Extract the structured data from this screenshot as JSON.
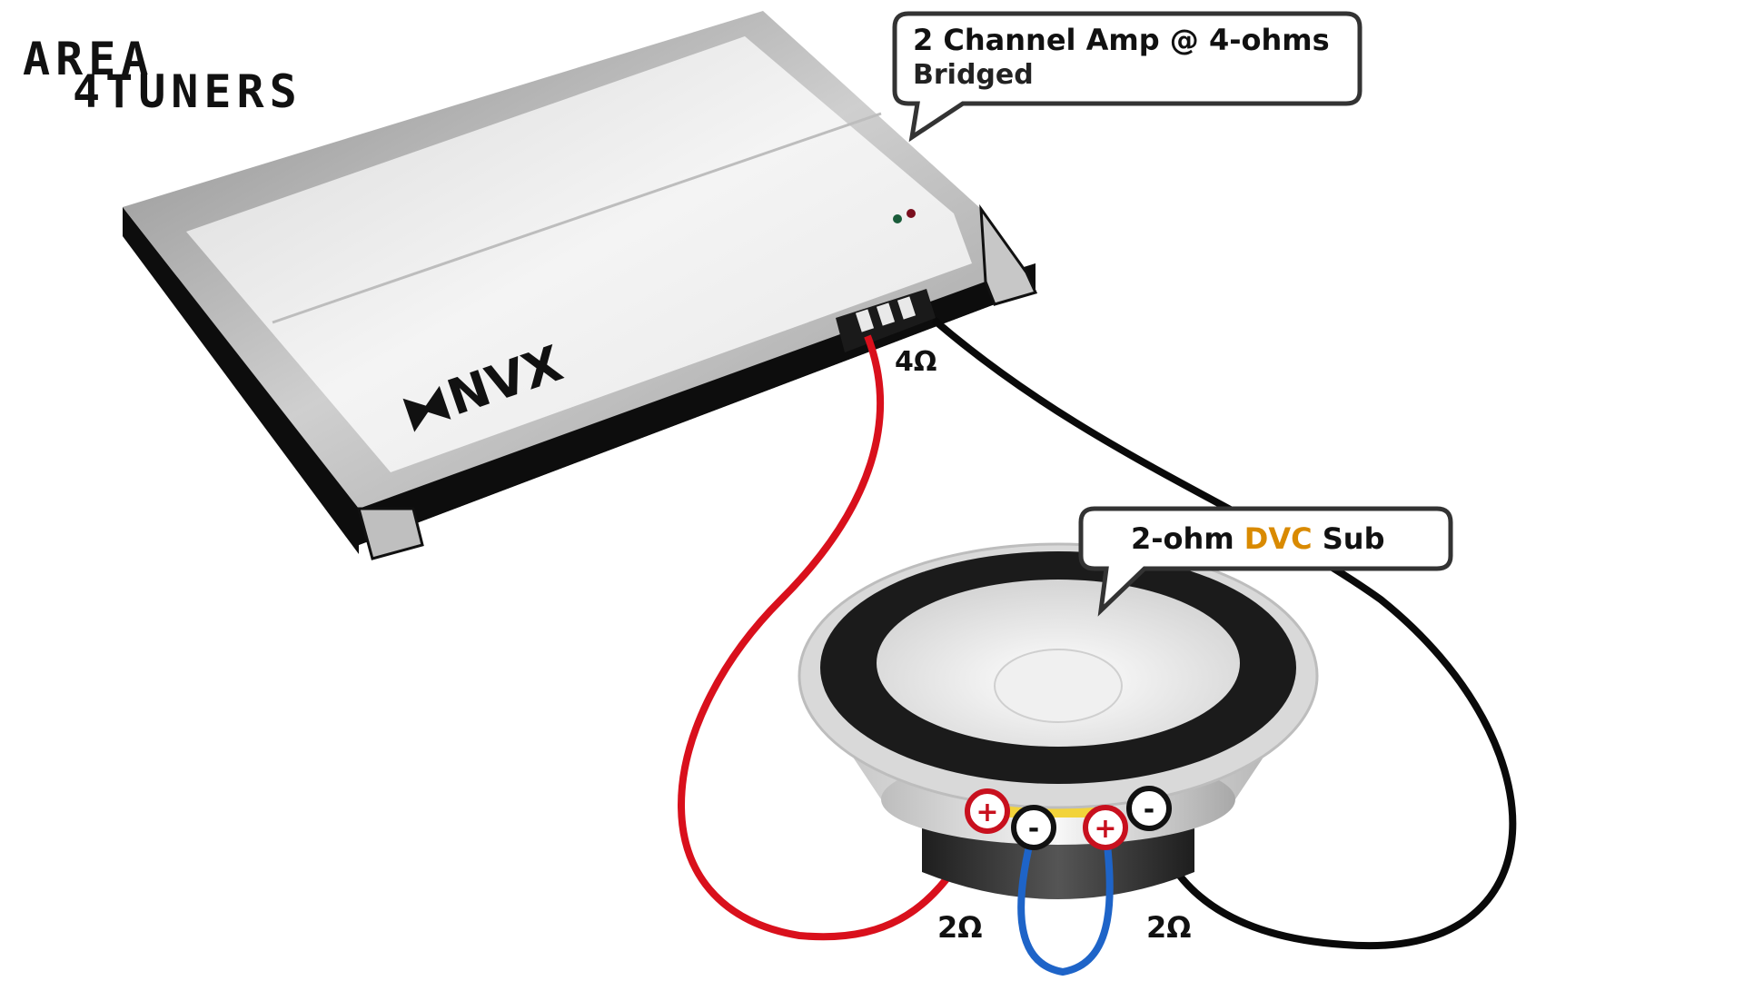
{
  "logo": {
    "line1": "AREA",
    "line2": "4TUNERS"
  },
  "amplifier": {
    "brand": "NVX",
    "callout_line1": "2 Channel Amp @ 4-ohms",
    "callout_line2": "Bridged",
    "terminal_impedance": "4Ω",
    "led_colors": [
      "#1a5c3a",
      "#7a0f1e"
    ]
  },
  "subwoofer": {
    "callout_prefix": "2-ohm ",
    "callout_highlight": "DVC",
    "callout_suffix": " Sub",
    "highlight_color": "#d98a00",
    "terminals": [
      {
        "sign": "+",
        "color": "#c8101e"
      },
      {
        "sign": "-",
        "color": "#111111"
      },
      {
        "sign": "+",
        "color": "#c8101e"
      },
      {
        "sign": "-",
        "color": "#111111"
      }
    ],
    "coil_left_impedance": "2Ω",
    "coil_right_impedance": "2Ω"
  },
  "wires": {
    "positive_color": "#d9101c",
    "negative_color": "#0a0a0a",
    "jumper_color": "#1e64c8"
  }
}
